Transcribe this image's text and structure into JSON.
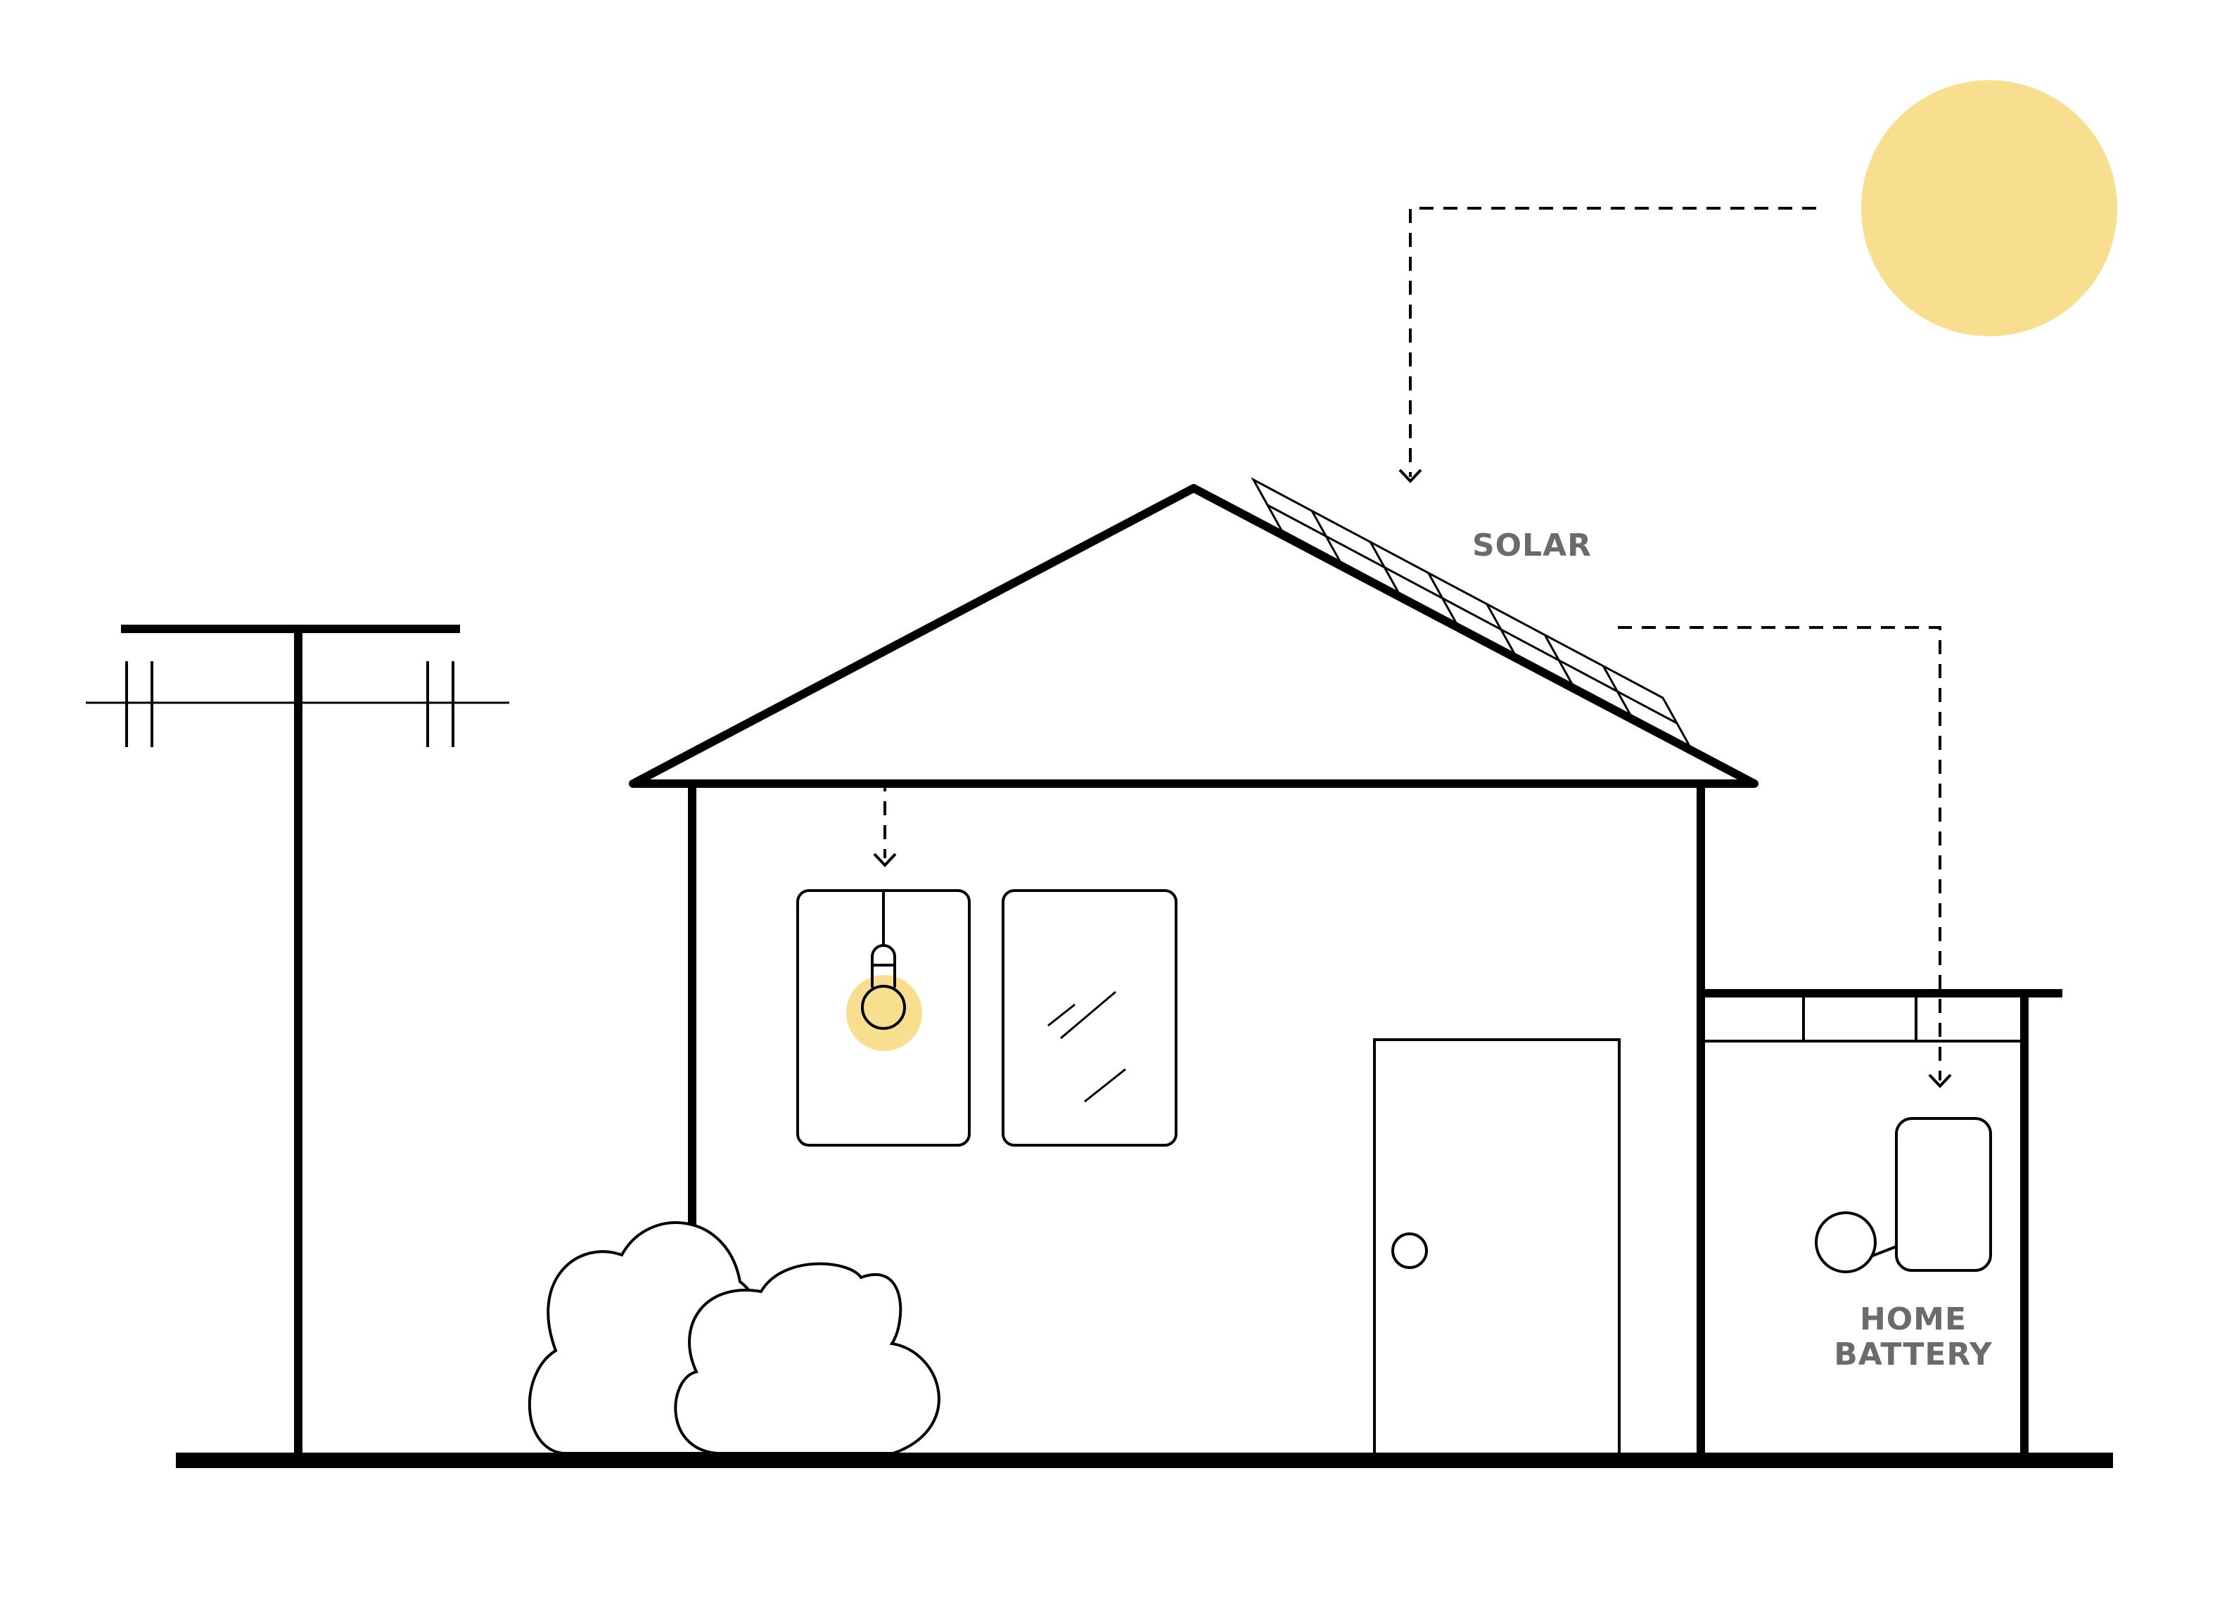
{
  "labels": {
    "solar": "SOLAR",
    "home_battery_line1": "HOME",
    "home_battery_line2": "BATTERY"
  },
  "colors": {
    "sun": "#F7DF8F",
    "bulb_glow": "#F7DF8F",
    "line": "#000000",
    "label_text": "#6b6b6b"
  },
  "icons": [
    "sun-icon",
    "utility-pole-icon",
    "solar-panel-icon",
    "light-bulb-icon",
    "home-battery-icon",
    "bush-icon"
  ]
}
